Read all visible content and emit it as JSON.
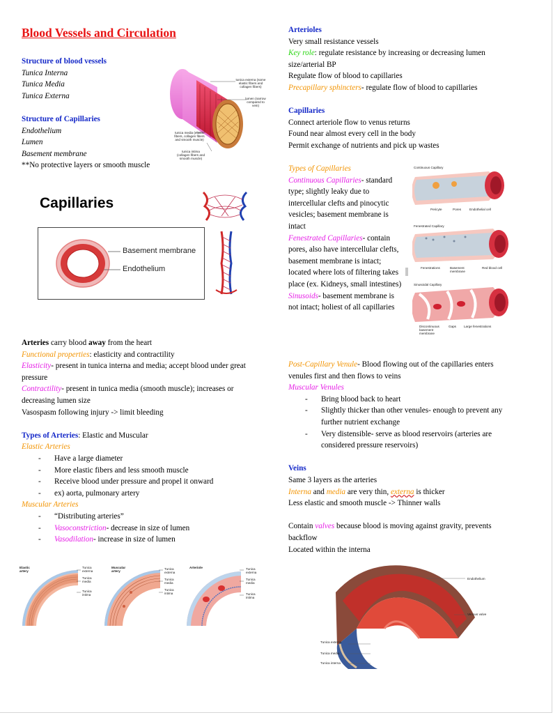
{
  "left": {
    "title": "Blood Vessels and Circulation",
    "structure": {
      "heading": "Structure of blood vessels",
      "items": [
        "Tunica Interna",
        "Tunica Media",
        "Tunica Externa"
      ]
    },
    "capillary_structure": {
      "heading": "Structure of Capillaries",
      "items": [
        "Endothelium",
        "Lumen",
        "Basement membrane"
      ],
      "note": "**No protective layers or smooth muscle"
    },
    "vessel_figure_labels": {
      "externa": "tunica externa (some elastic fibers and collagen fibers)",
      "lumen": "lumen (narrow compared to vein)",
      "media": "tunica media (elastic fibers, collagen fibers and smooth muscle)",
      "intima": "tunica intima (collagen fibers and smooth muscle)"
    },
    "capillaries_panel": {
      "title": "Capillaries",
      "basement": "Basement membrane",
      "endothelium": "Endothelium"
    },
    "arteries": {
      "l1_b1": "Arteries",
      "l1_mid": " carry blood ",
      "l1_b2": "away",
      "l1_end": " from the heart",
      "fp_label": "Functional properties",
      "fp_text": ": elasticity and contractility",
      "el_label": "Elasticity",
      "el_text": "- present in tunica interna and media; accept blood under great pressure",
      "co_label": "Contractility",
      "co_text": "- present in tunica media (smooth muscle); increases or decreasing lumen size",
      "vaso": "Vasospasm following injury -> limit bleeding"
    },
    "types_arteries": {
      "heading": "Types of Arteries",
      "rest": ": Elastic and Muscular",
      "elastic_label": "Elastic Arteries",
      "elastic_items": [
        "Have a large diameter",
        "More elastic fibers and less smooth muscle",
        "Receive blood under pressure and propel it onward",
        "ex) aorta, pulmonary artery"
      ],
      "muscular_label": "Muscular Arteries",
      "muscular_item1": "“Distributing arteries”",
      "vc_label": "Vasoconstriction",
      "vc_text": "- decrease in size of lumen",
      "vd_label": "Vasodilation",
      "vd_text": "- increase in size of lumen"
    },
    "artery_panels": {
      "elastic_title": "Elastic artery",
      "muscular_title": "Muscular artery",
      "arteriole_title": "Arteriole",
      "externa": "Tunica externa",
      "media": "Tunica media",
      "intima": "Tunica intima"
    }
  },
  "right": {
    "arterioles": {
      "heading": "Arterioles",
      "l1": "Very small resistance vessels",
      "kr_label": "Key role",
      "kr_text": ": regulate resistance by increasing or decreasing lumen size/arterial BP",
      "l3": "Regulate flow of blood to capillaries",
      "ps_label": "Precapillary sphincters",
      "ps_text": "- regulate flow of blood to capillaries"
    },
    "capillaries": {
      "heading": "Capillaries",
      "lines": [
        "Connect arteriole flow to venus returns",
        "Found near almost every cell in the body",
        "Permit exchange of nutrients and pick up wastes"
      ]
    },
    "types_caps": {
      "heading": "Types of Capillaries",
      "cont_label": "Continuous Capillaries",
      "cont_text": "- standard type; slightly leaky due to intercellular clefts and pinocytic vesicles; basement membrane is intact",
      "fen_label": "Fenestrated Capillaries",
      "fen_text": "- contain pores, also have intercellular clefts, basement membrane is intact; located where lots of filtering takes place (ex. Kidneys, small intestines)",
      "sin_label": "Sinusoids",
      "sin_text": "- basement membrane is not intact; holiest of all capillaries"
    },
    "cap_figure_labels": {
      "continuous": "Continuous Capillary",
      "pericyte": "Pericyte",
      "pores": "Pores",
      "endothelial": "Endothelial cell",
      "fenestrated": "Fenestrated Capillary",
      "fenestrations": "Fenestrations",
      "basement": "Basement membrane",
      "rbc": "Red blood cell",
      "sinusoidal": "Sinusoidal Capillary",
      "discontinuous": "Discontinuous basement membrane",
      "gaps": "Gaps",
      "large": "Large fenestrations"
    },
    "venules": {
      "pcv_label": "Post-Capillary Venule",
      "pcv_text": "- Blood flowing out of the capillaries enters venules first and then flows to veins",
      "mv_label": "Muscular Venules",
      "items": [
        "Bring blood back to heart",
        "Slightly thicker than other venules- enough to prevent any further nutrient exchange",
        "Very distensible- serve as blood reservoirs (arteries are considered pressure reservoirs)"
      ]
    },
    "veins": {
      "heading": "Veins",
      "l1": "Same 3 layers as the arteries",
      "interna": "Interna",
      "and": " and ",
      "media": "media",
      "mid": " are very thin, ",
      "externa": "externa",
      "end": " is thicker",
      "l3": "Less elastic and smooth muscle -> Thinner walls",
      "v_pre": "Contain ",
      "v_label": "valves",
      "v_post": " because blood is moving against gravity, prevents backflow",
      "l5": "Located within the interna"
    },
    "vein_figure_labels": {
      "endothelium": "Endothelium",
      "valve": "Venous valve",
      "externa": "Tunica externa",
      "media": "Tunica media",
      "interna": "Tunica interna"
    }
  },
  "colors": {
    "title_red": "#e81414",
    "heading_blue": "#1428c8",
    "orange": "#f29300",
    "magenta": "#e61ee6",
    "green": "#2bd614"
  }
}
